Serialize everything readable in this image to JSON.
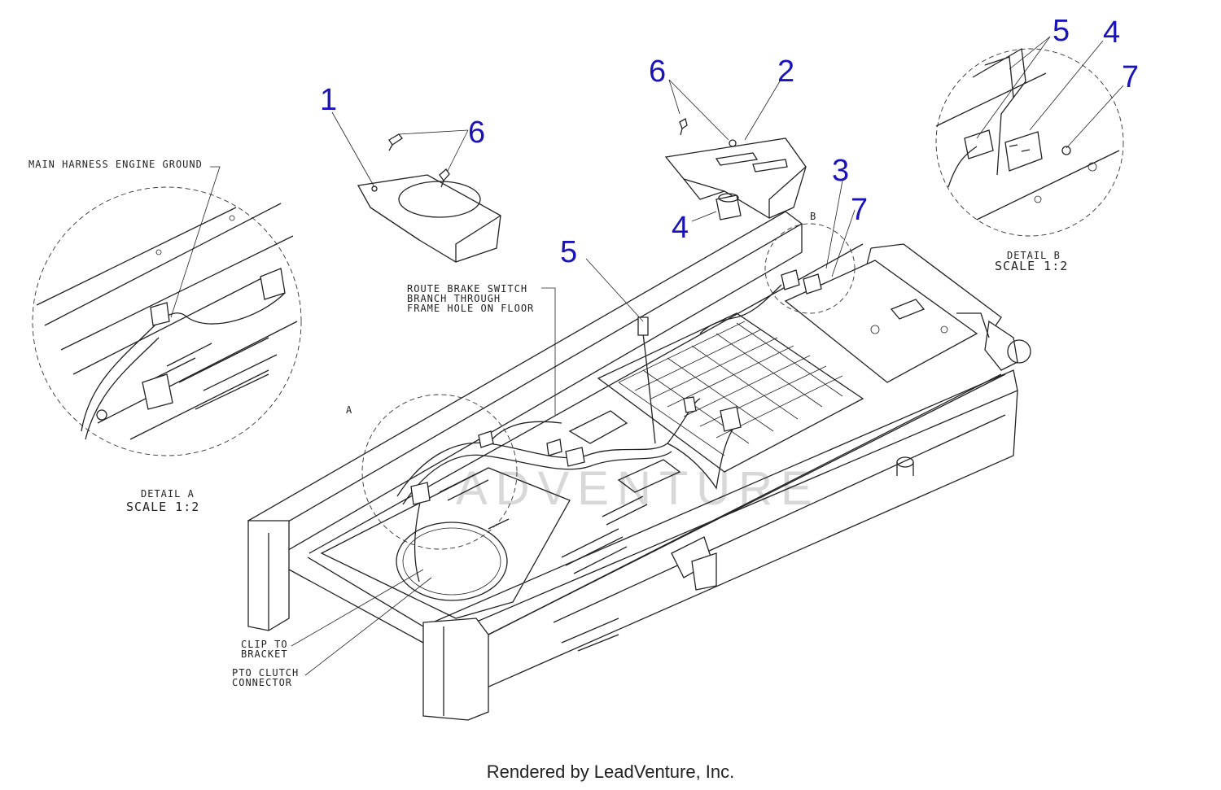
{
  "callouts": {
    "c1": "1",
    "c6a": "6",
    "c6b": "6",
    "c2": "2",
    "c3": "3",
    "c7a": "7",
    "c4a": "4",
    "c5a": "5",
    "c5b": "5",
    "c4b": "4",
    "c7b": "7"
  },
  "notes": {
    "engine_ground": "MAIN HARNESS ENGINE GROUND",
    "brake_line1": "ROUTE BRAKE SWITCH",
    "brake_line2": "BRANCH THROUGH",
    "brake_line3": "FRAME HOLE ON FLOOR",
    "clip_line1": "CLIP TO",
    "clip_line2": "BRACKET",
    "pto_line1": "PTO CLUTCH",
    "pto_line2": "CONNECTOR"
  },
  "details": {
    "a_marker": "A",
    "b_marker": "B",
    "a_title": "DETAIL A",
    "a_scale": "SCALE 1:2",
    "b_title": "DETAIL B",
    "b_scale": "SCALE 1:2"
  },
  "watermark": "ADVENTURE",
  "footer": "Rendered by LeadVenture, Inc.",
  "colors": {
    "callout": "#1a14b8",
    "line": "#222222"
  }
}
